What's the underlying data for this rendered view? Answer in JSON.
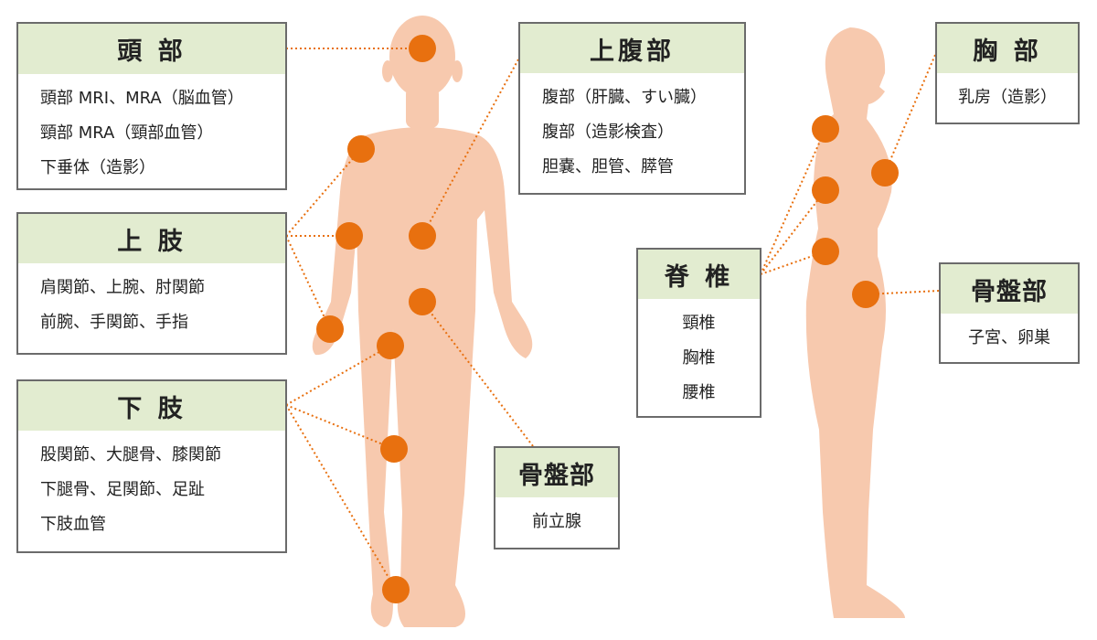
{
  "colors": {
    "body": "#f7c9ae",
    "marker": "#e8700f",
    "header": "#e2ecd0",
    "border": "#6b6b6b"
  },
  "boxes": {
    "head": {
      "title": "頭 部",
      "items": [
        "頭部 MRI、MRA（脳血管）",
        "頸部 MRA（頸部血管）",
        "下垂体（造影）"
      ]
    },
    "upper_abdomen": {
      "title": "上腹部",
      "items": [
        "腹部（肝臓、すい臓）",
        "腹部（造影検査）",
        "胆嚢、胆管、膵管"
      ]
    },
    "upper_limb": {
      "title": "上 肢",
      "items": [
        "肩関節、上腕、肘関節",
        "前腕、手関節、手指"
      ]
    },
    "lower_limb": {
      "title": "下 肢",
      "items": [
        "股関節、大腿骨、膝関節",
        "下腿骨、足関節、足趾",
        "下肢血管"
      ]
    },
    "pelvis_front": {
      "title": "骨盤部",
      "items": [
        "前立腺"
      ]
    },
    "spine": {
      "title": "脊 椎",
      "items": [
        "頸椎",
        "胸椎",
        "腰椎"
      ]
    },
    "chest": {
      "title": "胸 部",
      "items": [
        "乳房（造影）"
      ]
    },
    "pelvis_side": {
      "title": "骨盤部",
      "items": [
        "子宮、卵巣"
      ]
    }
  }
}
